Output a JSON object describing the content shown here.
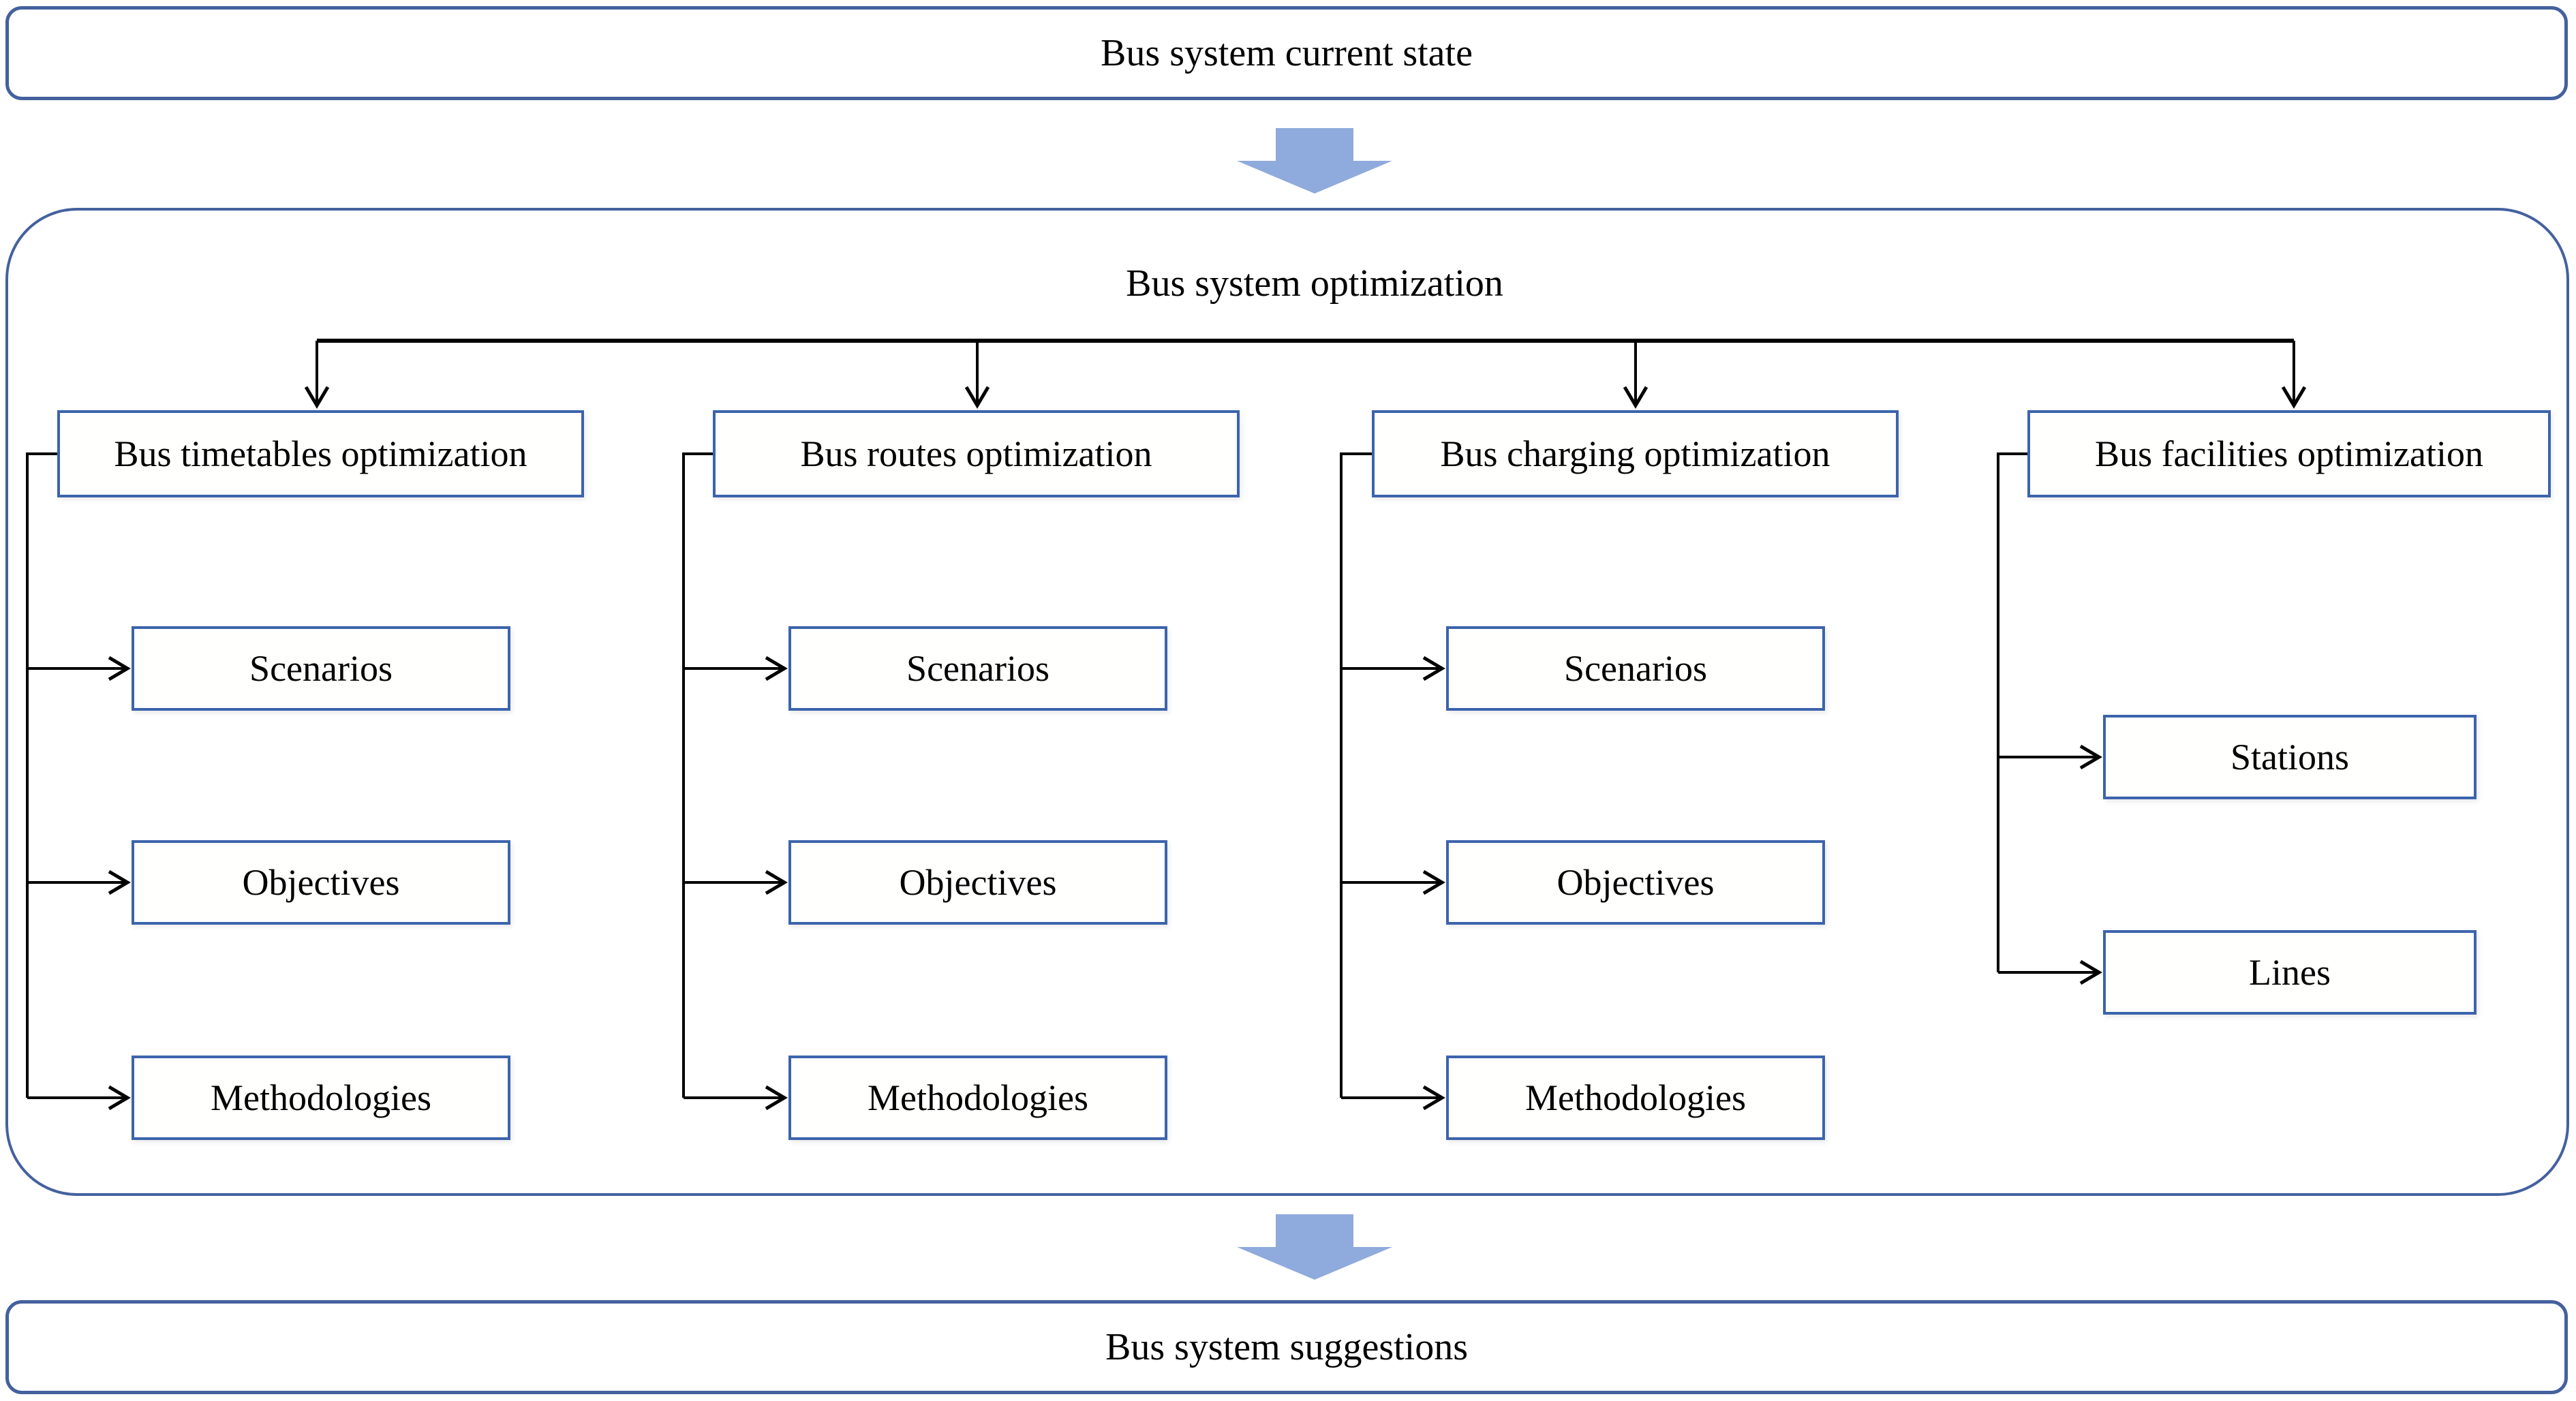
{
  "page": {
    "top_banner": "Bus system current state",
    "bottom_banner": "Bus system suggestions"
  },
  "optimization": {
    "title": "Bus system optimization",
    "columns": [
      {
        "header": "Bus timetables optimization",
        "children": [
          "Scenarios",
          "Objectives",
          "Methodologies"
        ]
      },
      {
        "header": "Bus routes optimization",
        "children": [
          "Scenarios",
          "Objectives",
          "Methodologies"
        ]
      },
      {
        "header": "Bus charging optimization",
        "children": [
          "Scenarios",
          "Objectives",
          "Methodologies"
        ]
      },
      {
        "header": "Bus facilities optimization",
        "children": [
          "Stations",
          "Lines"
        ]
      }
    ]
  },
  "icons": {
    "flow_arrow_1": "block-down-arrow",
    "flow_arrow_2": "block-down-arrow"
  },
  "colors": {
    "banner_border": "#44619E",
    "container_border": "#44619E",
    "box_border": "#3C64AC",
    "arrow_fill": "#8FAADC",
    "connector": "#000000",
    "text": "#000000",
    "background": "#FFFFFF"
  }
}
